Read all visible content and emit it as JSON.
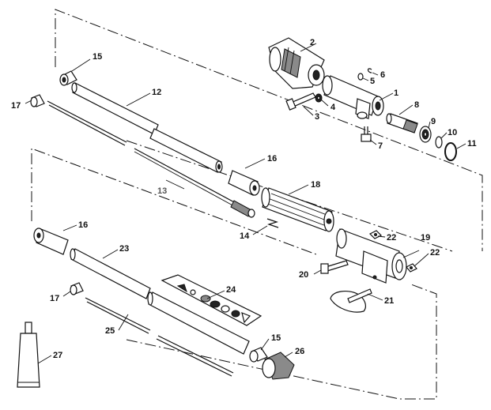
{
  "labels": {
    "p1": "1",
    "p2": "2",
    "p3": "3",
    "p4": "4",
    "p5": "5",
    "p6": "6",
    "p7": "7",
    "p8": "8",
    "p9": "9",
    "p10": "10",
    "p11": "11",
    "p12": "12",
    "p13": "13",
    "p14": "14",
    "p15a": "15",
    "p15b": "15",
    "p16a": "16",
    "p16b": "16",
    "p17a": "17",
    "p17b": "17",
    "p18": "18",
    "p19": "19",
    "p20": "20",
    "p21": "21",
    "p22a": "22",
    "p22b": "22",
    "p23": "23",
    "p24": "24",
    "p25": "25",
    "p26": "26",
    "p27": "27"
  }
}
